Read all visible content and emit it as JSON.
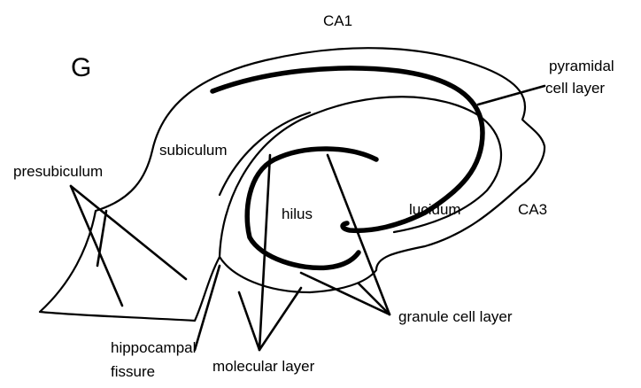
{
  "panel_label": "G",
  "labels": {
    "ca1": "CA1",
    "pyramidal_line1": "pyramidal",
    "pyramidal_line2": "cell layer",
    "subiculum": "subiculum",
    "presubiculum": "presubiculum",
    "hilus": "hilus",
    "lucidum": "lucidum",
    "ca3": "CA3",
    "granule_cell_layer": "granule cell layer",
    "hippocampal_line1": "hippocampal",
    "hippocampal_line2": "fissure",
    "molecular_layer": "molecular layer"
  }
}
